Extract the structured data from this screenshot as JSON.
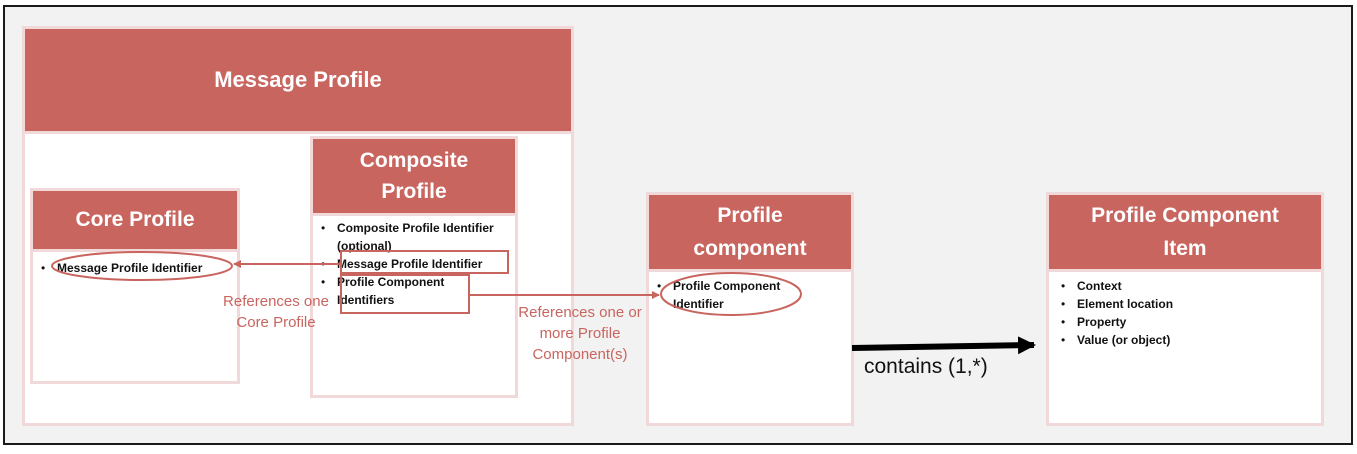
{
  "message_profile": {
    "title": "Message Profile"
  },
  "core_profile": {
    "title": "Core Profile",
    "items": [
      "Message Profile Identifier"
    ]
  },
  "composite_profile": {
    "title": "Composite Profile",
    "items": [
      "Composite Profile Identifier (optional)",
      "Message Profile Identifier",
      "Profile Component Identifiers"
    ]
  },
  "profile_component": {
    "title": "Profile component",
    "items": [
      "Profile Component Identifier"
    ]
  },
  "profile_component_item": {
    "title": "Profile Component Item",
    "items": [
      "Context",
      "Element location",
      "Property",
      "Value (or object)"
    ]
  },
  "annotations": {
    "references_core": "References one Core Profile",
    "references_components": "References one or more Profile Component(s)",
    "contains": "contains (1,*)"
  },
  "colors": {
    "header_fill": "#c9655f",
    "box_border": "#f2d9d9",
    "annotation": "#c9655f",
    "background": "#f2f2f2"
  }
}
